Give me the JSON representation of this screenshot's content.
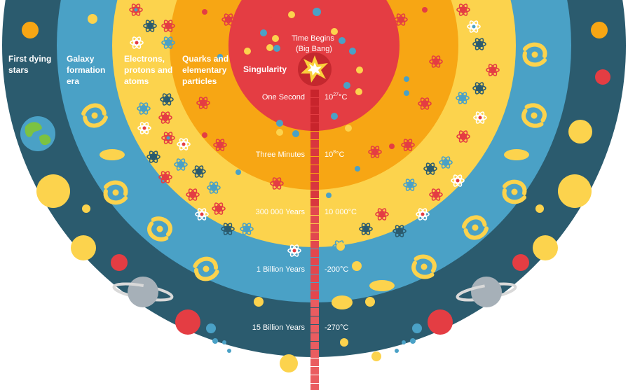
{
  "eras": {
    "first_dying_stars": [
      "First dying",
      "stars"
    ],
    "galaxy_formation": [
      "Galaxy",
      "formation",
      "era"
    ],
    "electrons": [
      "Electrons,",
      "protons and",
      "atoms"
    ],
    "quarks": [
      "Quarks and",
      "elementary",
      "particles"
    ],
    "singularity": "Singularity",
    "time_begins": [
      "Time Begins",
      "(Big Bang)"
    ]
  },
  "timeline": [
    {
      "time": "One Second",
      "temp_base": "10",
      "temp_exp": "27",
      "temp_unit": "°C"
    },
    {
      "time": "Three Minutes",
      "temp_base": "10",
      "temp_exp": "8",
      "temp_unit": "°C"
    },
    {
      "time": "300 000 Years",
      "temp_base": "10 000°C",
      "temp_exp": "",
      "temp_unit": ""
    },
    {
      "time": "1 Billion Years",
      "temp_base": "-200°C",
      "temp_exp": "",
      "temp_unit": ""
    },
    {
      "time": "15 Billion Years",
      "temp_base": "-270°C",
      "temp_exp": "",
      "temp_unit": ""
    }
  ],
  "icons": [
    "earth-icon",
    "galaxy-icon",
    "atom-icon",
    "planet-icon",
    "star-icon",
    "explosion-icon"
  ],
  "colors": {
    "outer_ring": "#2b5b6e",
    "galaxy_ring": "#4aa1c6",
    "atoms_ring": "#fcd34d",
    "quarks_ring": "#f7a614",
    "core": "#e43d43",
    "timeline_bar": "#d9363e",
    "dying_star": "#e63d3d",
    "yellow_star": "#fbd03b"
  }
}
